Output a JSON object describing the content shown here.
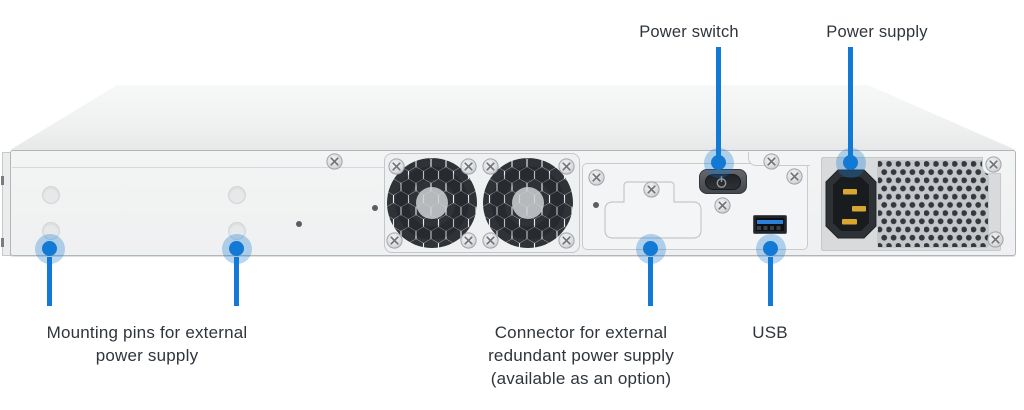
{
  "figure": {
    "type": "hardware-rear-panel-diagram",
    "accent_color": "#127ad4",
    "label_color": "#2f353b",
    "callouts": {
      "power_switch": {
        "label": "Power switch"
      },
      "power_supply": {
        "label": "Power supply"
      },
      "mounting_pins": {
        "line1": "Mounting pins for external",
        "line2": "power supply"
      },
      "connector": {
        "line1": "Connector for external",
        "line2": "redundant power supply",
        "line3": "(available as an option)"
      },
      "usb": {
        "label": "USB"
      }
    }
  }
}
